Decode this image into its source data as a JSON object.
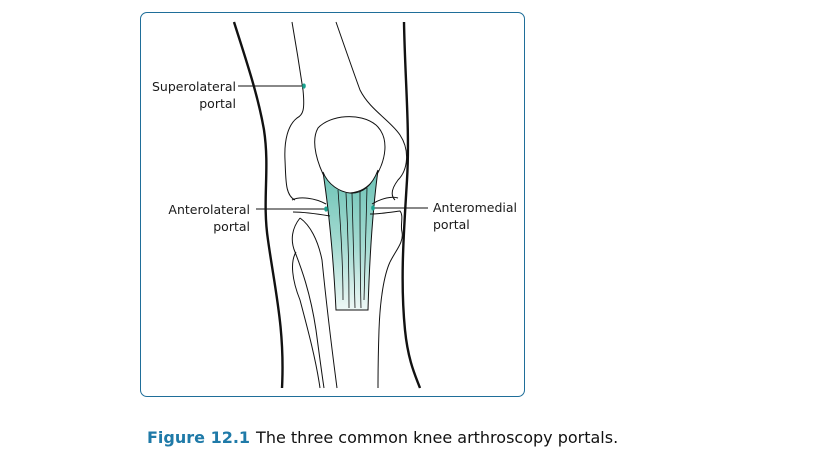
{
  "figure": {
    "border_color": "#1f6e99",
    "accent_color": "#5fbfb2",
    "portal_marker_color": "#1aa38f",
    "labels": {
      "superolateral": {
        "line1": "Superolateral",
        "line2": "portal"
      },
      "anterolateral": {
        "line1": "Anterolateral",
        "line2": "portal"
      },
      "anteromedial": {
        "line1": "Anteromedial",
        "line2": "portal"
      }
    }
  },
  "caption": {
    "number": "Figure 12.1",
    "text": "The three common knee arthroscopy portals."
  }
}
